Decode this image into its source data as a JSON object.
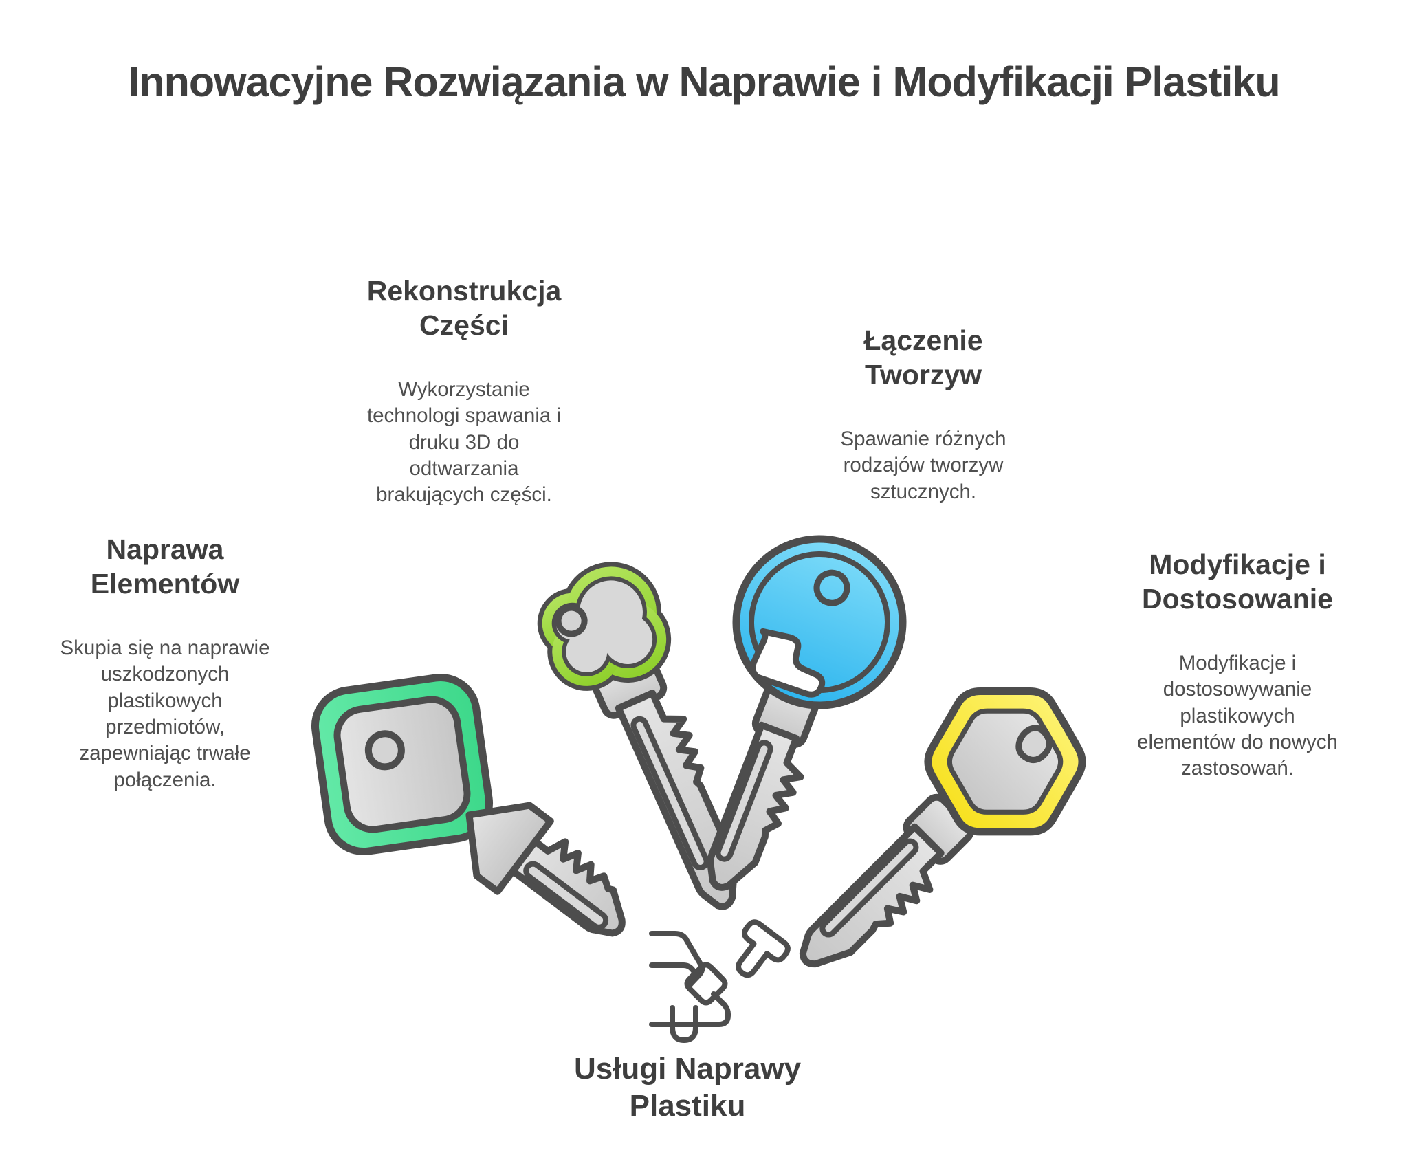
{
  "page": {
    "title": "Innowacyjne Rozwiązania w Naprawie i Modyfikacji Plastiku",
    "background": "#ffffff"
  },
  "sections": [
    {
      "heading": "Naprawa\nElementów",
      "body": "Skupia się na naprawie\nuszkodzonych\nplastikowych\nprzedmiotów,\nzapewniając trwałe\npołączenia."
    },
    {
      "heading": "Rekonstrukcja\nCzęści",
      "body": "Wykorzystanie\ntechnologi spawania i\ndruku 3D do\nodtwarzania\nbrakujących części."
    },
    {
      "heading": "Łączenie\nTworzyw",
      "body": "Spawanie różnych\nrodzajów tworzyw\nsztucznych."
    },
    {
      "heading": "Modyfikacje i\nDostosowanie",
      "body": "Modyfikacje i\ndostosowywanie\nplastikowych\nelementów do nowych\nzastosowań."
    }
  ],
  "footer": {
    "label": "Usługi Naprawy\nPlastiku"
  },
  "keys": [
    {
      "head_shape": "rounded-square",
      "color_light": "#63e9a7",
      "color_dark": "#3dd88a"
    },
    {
      "head_shape": "cloud",
      "color_light": "#b2e35c",
      "color_dark": "#8fd02c"
    },
    {
      "head_shape": "circle",
      "color_light": "#7fdcf9",
      "color_dark": "#2db5ee"
    },
    {
      "head_shape": "hexagon",
      "color_light": "#fdf271",
      "color_dark": "#f7e11f"
    }
  ],
  "colors": {
    "outline": "#4d4d4d",
    "metal_light": "#e4e4e4",
    "metal_dark": "#c6c6c6",
    "heading_text": "#3e3e3e",
    "body_text": "#4f4f4f"
  }
}
